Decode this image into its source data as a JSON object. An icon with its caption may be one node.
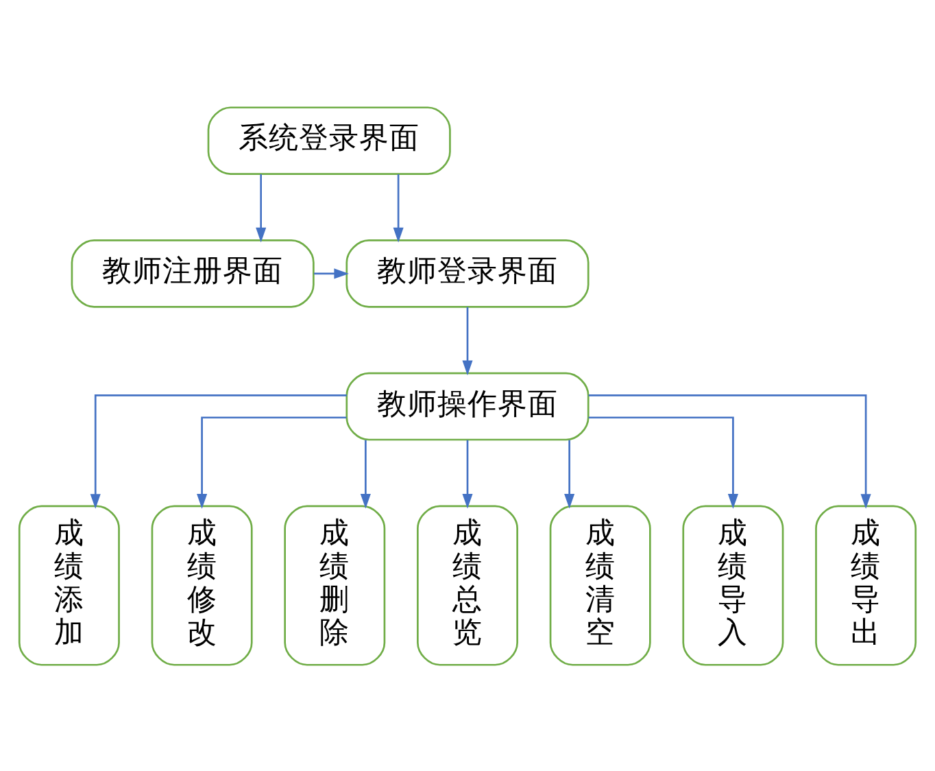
{
  "diagram": {
    "nodes": [
      {
        "text": [
          "系统登录界面"
        ]
      },
      {
        "text": [
          "教师登录界面"
        ]
      },
      {
        "text": [
          "教师注册界面"
        ]
      },
      {
        "text": [
          "教师操作界面"
        ]
      },
      {
        "text": [
          "成绩添加"
        ]
      },
      {
        "text": [
          "成绩修改"
        ]
      },
      {
        "text": [
          "成绩删除"
        ]
      },
      {
        "text": [
          "成绩总览"
        ]
      },
      {
        "text": [
          "成绩清空"
        ]
      },
      {
        "text": [
          "成绩导入"
        ]
      },
      {
        "text": [
          "成绩导出"
        ]
      }
    ],
    "edges": [
      {
        "from": 0,
        "to": 1,
        "arrow": "to"
      },
      {
        "from": 0,
        "to": 2,
        "arrow": "to"
      },
      {
        "from": 2,
        "to": 1,
        "arrow": "to"
      },
      {
        "from": 1,
        "to": 3,
        "arrow": "to"
      },
      {
        "from": 3,
        "to": 4,
        "arrow": "to"
      },
      {
        "from": 3,
        "to": 5,
        "arrow": "to"
      },
      {
        "from": 3,
        "to": 6,
        "arrow": "to"
      },
      {
        "from": 3,
        "to": 7,
        "arrow": "to"
      },
      {
        "from": 3,
        "to": 8,
        "arrow": "to"
      },
      {
        "from": 3,
        "to": 9,
        "arrow": "to"
      },
      {
        "from": 3,
        "to": 10,
        "arrow": "to"
      }
    ]
  }
}
